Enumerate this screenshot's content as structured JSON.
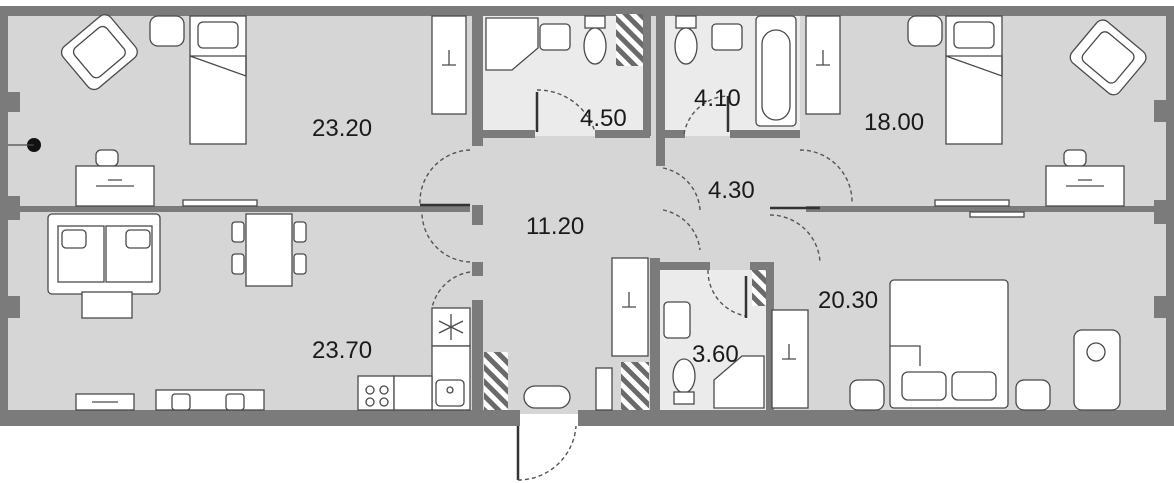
{
  "rooms": [
    {
      "id": "bedroom-left",
      "area": "23.20"
    },
    {
      "id": "bathroom-left",
      "area": "4.50"
    },
    {
      "id": "bathroom-right",
      "area": "4.10"
    },
    {
      "id": "bedroom-right",
      "area": "18.00"
    },
    {
      "id": "hall-corridor",
      "area": "4.30"
    },
    {
      "id": "hall",
      "area": "11.20"
    },
    {
      "id": "living-kitchen",
      "area": "23.70"
    },
    {
      "id": "master-bedroom",
      "area": "20.30"
    },
    {
      "id": "shower-room",
      "area": "3.60"
    }
  ],
  "colors": {
    "wall": "#7b7b7b",
    "floor": "#d6d6d6",
    "wet_floor": "#ebebeb"
  }
}
